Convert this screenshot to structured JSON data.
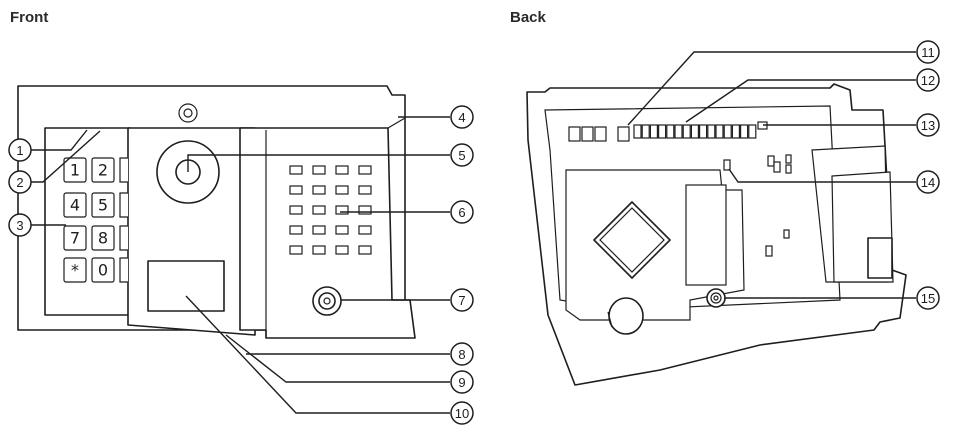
{
  "headings": {
    "front": "Front",
    "back": "Back"
  },
  "keypad": {
    "keys": [
      "1",
      "2",
      "4",
      "5",
      "7",
      "8",
      "*",
      "0"
    ]
  },
  "callouts": [
    "1",
    "2",
    "3",
    "4",
    "5",
    "6",
    "7",
    "8",
    "9",
    "10",
    "11",
    "12",
    "13",
    "14",
    "15"
  ]
}
